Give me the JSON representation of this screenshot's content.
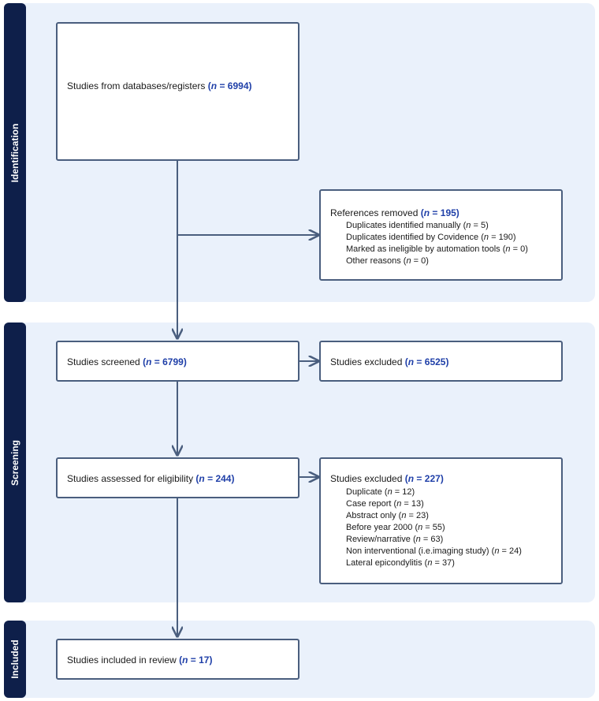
{
  "phases": {
    "identification": "Identification",
    "screening": "Screening",
    "included": "Included"
  },
  "boxes": {
    "databases": {
      "label": "Studies from databases/registers",
      "n": "6994"
    },
    "removed": {
      "label": "References removed",
      "n": "195",
      "items": [
        {
          "label": "Duplicates identified manually",
          "n": "5"
        },
        {
          "label": "Duplicates identified by Covidence",
          "n": "190"
        },
        {
          "label": "Marked as ineligible by automation tools",
          "n": "0"
        },
        {
          "label": "Other reasons",
          "n": "0"
        }
      ]
    },
    "screened": {
      "label": "Studies screened",
      "n": "6799"
    },
    "excluded_screen": {
      "label": "Studies excluded",
      "n": "6525"
    },
    "eligibility": {
      "label": "Studies assessed for eligibility",
      "n": "244"
    },
    "excluded_elig": {
      "label": "Studies excluded",
      "n": "227",
      "items": [
        {
          "label": "Duplicate",
          "n": "12"
        },
        {
          "label": "Case report",
          "n": "13"
        },
        {
          "label": "Abstract only",
          "n": "23"
        },
        {
          "label": "Before year 2000",
          "n": "55"
        },
        {
          "label": "Review/narrative",
          "n": "63"
        },
        {
          "label": "Non interventional (i.e.imaging study)",
          "n": "24"
        },
        {
          "label": "Lateral epicondylitis",
          "n": "37"
        }
      ]
    },
    "included": {
      "label": "Studies included in review",
      "n": "17"
    }
  },
  "colors": {
    "band_label_bg": "#0e1f4a",
    "band_bg": "#eaf1fb",
    "count": "#1f3fa8",
    "line": "#4a5e7e"
  }
}
